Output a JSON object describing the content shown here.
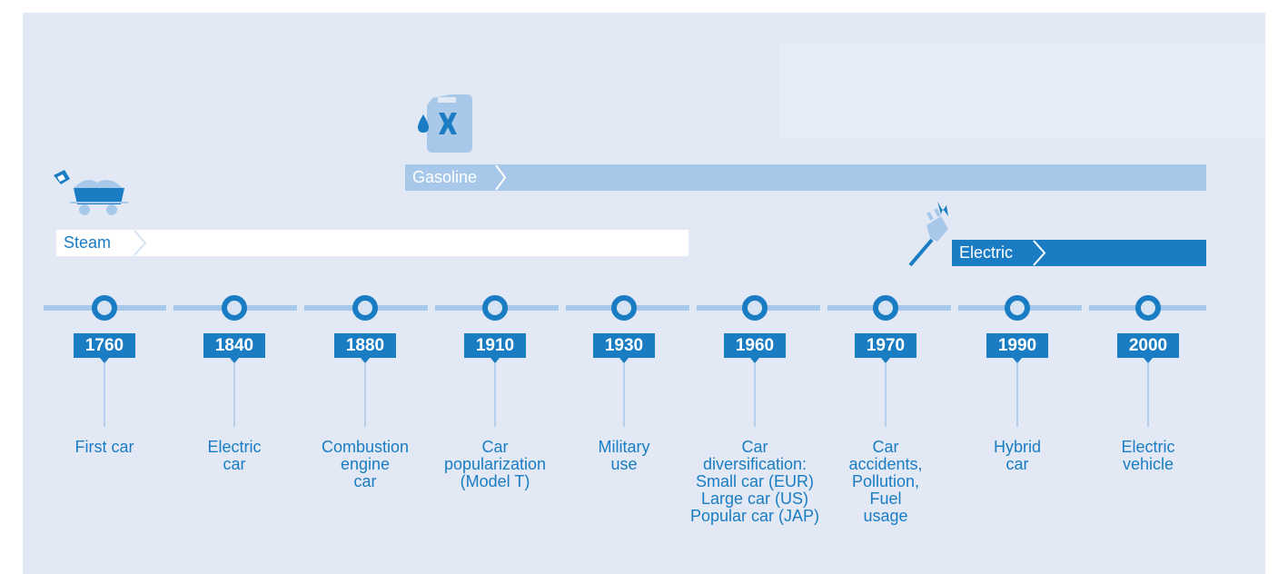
{
  "eras": {
    "steam": "Steam",
    "gasoline": "Gasoline",
    "electric": "Electric"
  },
  "milestones": [
    {
      "year": "1760",
      "event": "First car"
    },
    {
      "year": "1840",
      "event": "Electric\ncar"
    },
    {
      "year": "1880",
      "event": "Combustion\nengine\ncar"
    },
    {
      "year": "1910",
      "event": "Car\npopularization\n(Model T)"
    },
    {
      "year": "1930",
      "event": "Military\nuse"
    },
    {
      "year": "1960",
      "event": "Car\ndiversification:\nSmall car (EUR)\nLarge car (US)\nPopular car (JAP)"
    },
    {
      "year": "1970",
      "event": "Car\naccidents,\nPollution,\nFuel\nusage"
    },
    {
      "year": "1990",
      "event": "Hybrid\ncar"
    },
    {
      "year": "2000",
      "event": "Electric\nvehicle"
    }
  ],
  "colors": {
    "primary": "#1a7cc2",
    "light": "#a8c8ea",
    "panel": "#e2e9f5"
  },
  "icons": {
    "steam": "coal-cart-icon",
    "gasoline": "fuel-canister-icon",
    "electric": "electric-plug-icon"
  }
}
